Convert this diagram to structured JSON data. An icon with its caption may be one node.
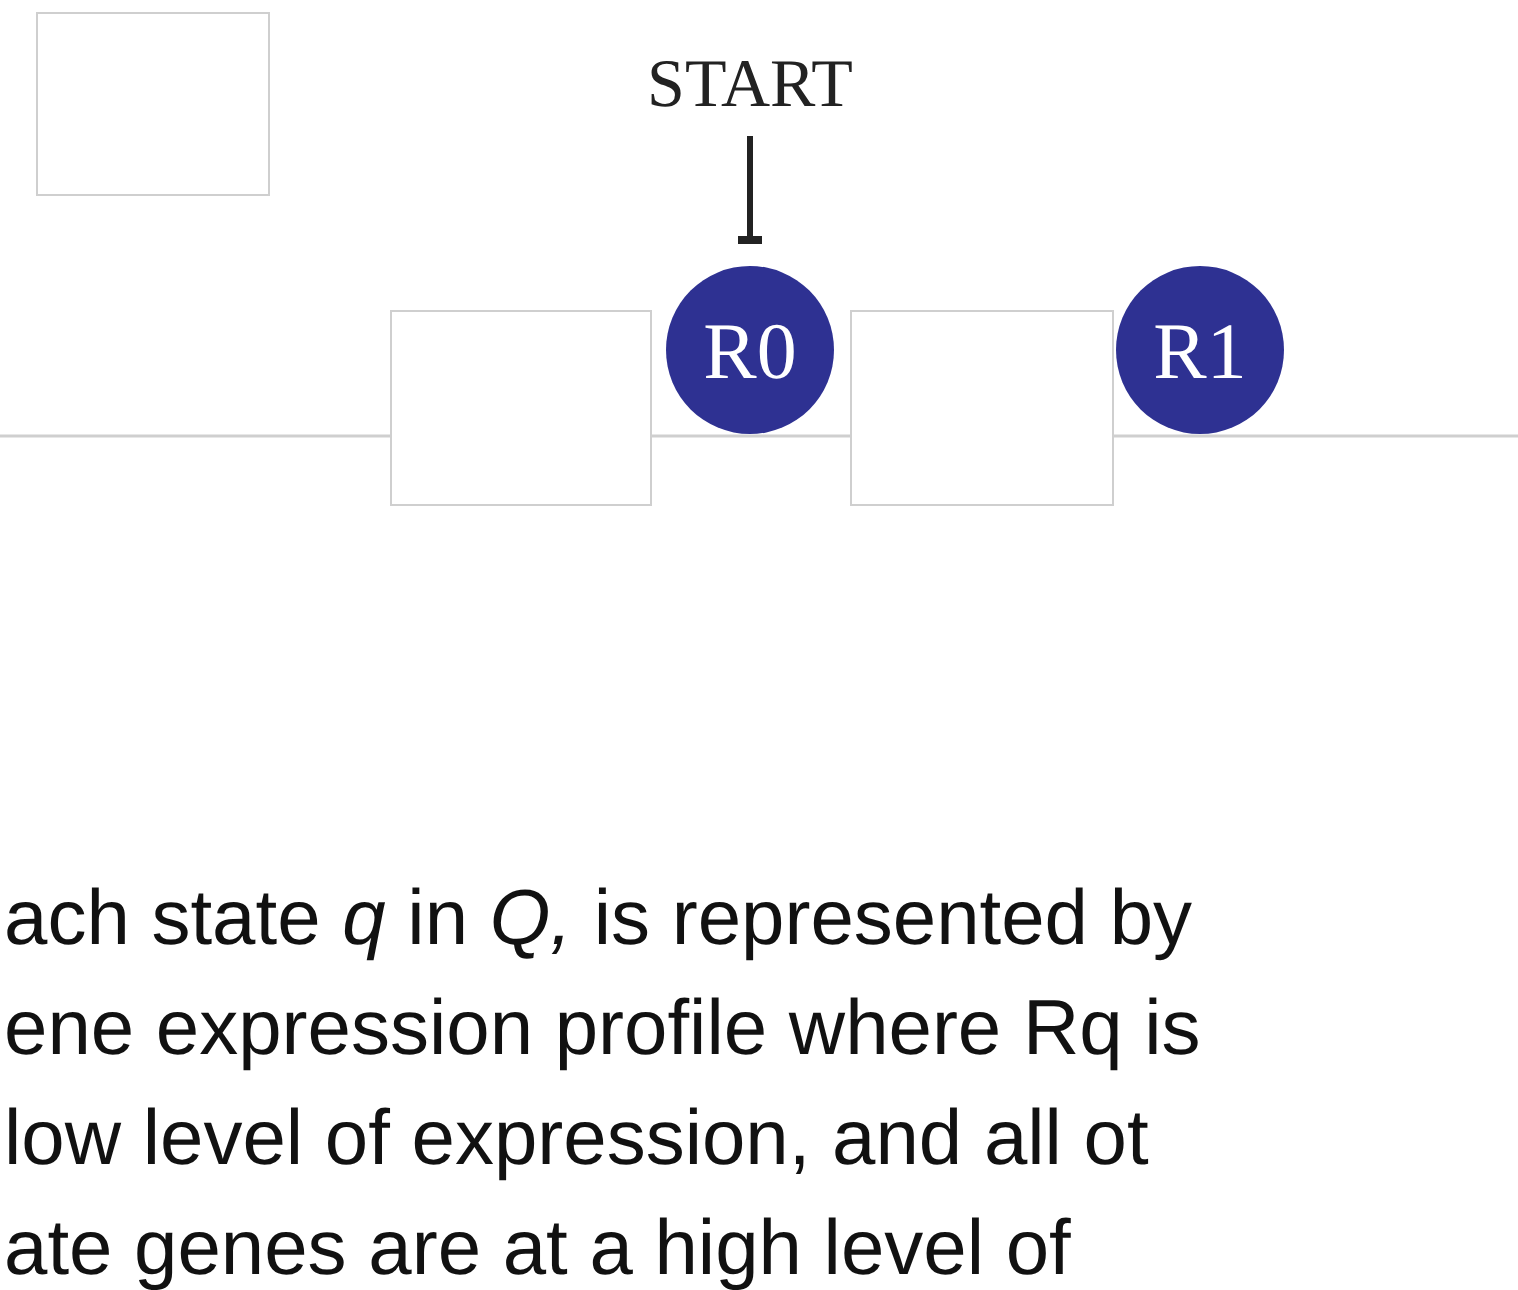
{
  "diagram": {
    "nodes": [
      {
        "text": [],
        "shape": "box"
      },
      {
        "text": [
          "START"
        ]
      },
      {
        "text": [],
        "shape": "box"
      },
      {
        "text": [
          "R0"
        ]
      },
      {
        "text": [],
        "shape": "box"
      },
      {
        "text": [
          "R1"
        ]
      }
    ],
    "edges": [
      {
        "from": 1,
        "to": 3,
        "arrow": "other"
      }
    ],
    "labels": [
      "ach state *q* in *Q,* is represented by",
      "ene expression profile where Rq is",
      "low level of expression, and all ot",
      "ate genes are at a high level of"
    ]
  }
}
